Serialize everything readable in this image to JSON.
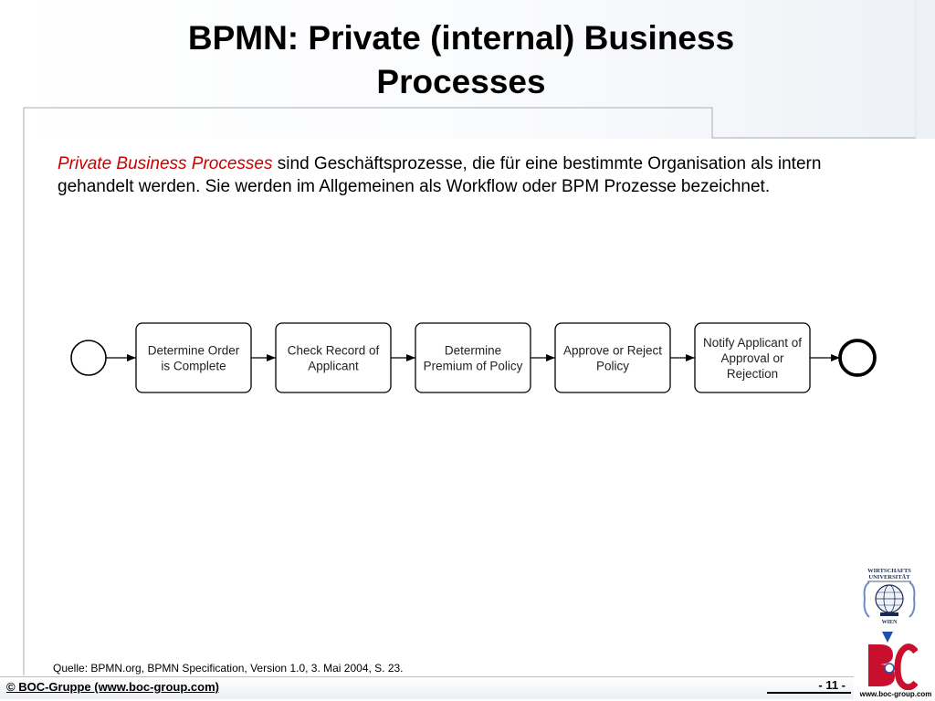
{
  "slide": {
    "title_line1": "BPMN: Private (internal) Business",
    "title_line2": "Processes",
    "intro_term": "Private Business Processes",
    "intro_rest": " sind Geschäftsprozesse, die für eine bestimmte Organisation als intern gehandelt werden. Sie werden im Allgemeinen als Workflow oder BPM Prozesse bezeichnet.",
    "source": "Quelle: BPMN.org, BPMN Specification, Version 1.0, 3. Mai 2004, S. 23.",
    "copyright": "© BOC-Gruppe  (www.boc-group.com)",
    "page_number": "- 11 -"
  },
  "diagram": {
    "tasks": [
      {
        "lines": [
          "Determine Order",
          "is Complete"
        ]
      },
      {
        "lines": [
          "Check Record of",
          "Applicant"
        ]
      },
      {
        "lines": [
          "Determine",
          "Premium of Policy"
        ]
      },
      {
        "lines": [
          "Approve or Reject",
          "Policy"
        ]
      },
      {
        "lines": [
          "Notify Applicant of",
          "Approval or",
          "Rejection"
        ]
      }
    ]
  },
  "logos": {
    "wu_top": "WIRTSCHAFTS",
    "wu_bottom": "UNIVERSITÄT",
    "wu_city": "WIEN",
    "boc_url": "www.boc-group.com"
  },
  "colors": {
    "accent_red": "#cc0000",
    "frame_line": "#a7adb8"
  }
}
